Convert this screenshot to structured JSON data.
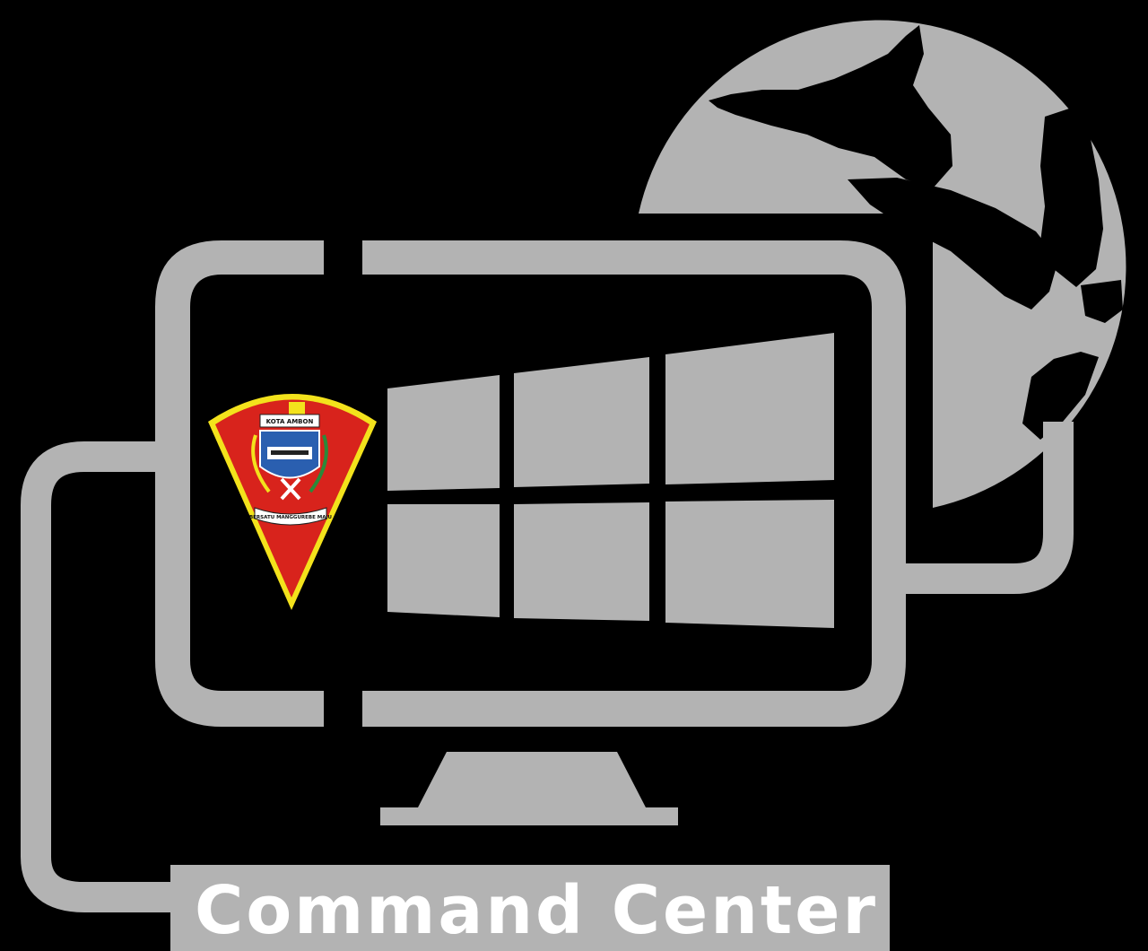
{
  "title": "Command Center",
  "emblem": {
    "name": "Kota Ambon coat of arms",
    "top_text": "KOTA AMBON",
    "motto": "BERSATU MANGGUREBE MAJU"
  },
  "icons": {
    "globe": "globe-icon",
    "monitor": "monitor-icon",
    "windows": "windows-logo-icon",
    "cable": "cable-icon",
    "emblem": "city-emblem-icon"
  },
  "colors": {
    "background": "#000000",
    "foreground_gray": "#b3b3b3",
    "emblem_red": "#d8231c",
    "emblem_yellow": "#f3e21c",
    "emblem_blue": "#2a5fb0",
    "title_text": "#ffffff"
  }
}
